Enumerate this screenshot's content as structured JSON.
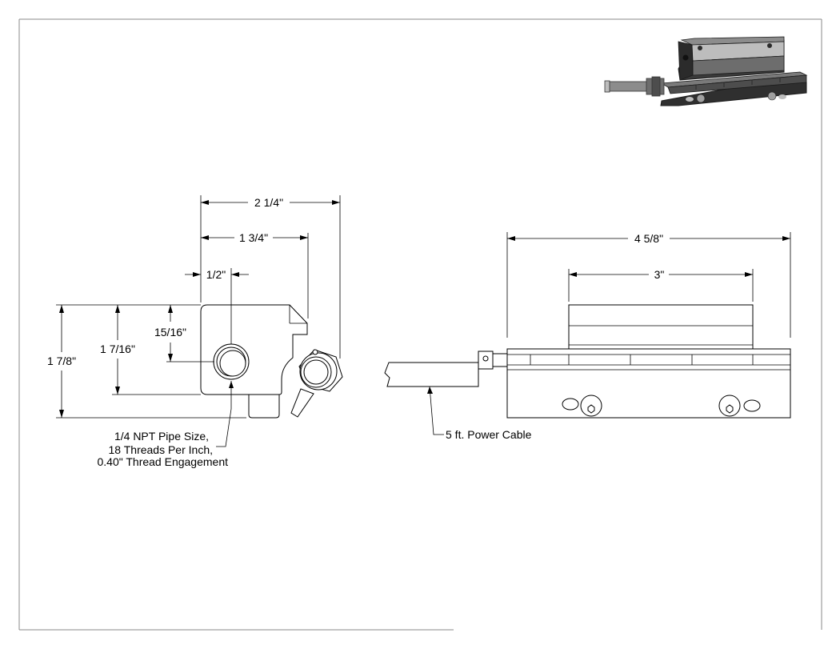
{
  "dimensions": {
    "overall_width": "2 1/4\"",
    "body_width": "1 3/4\"",
    "port_offset": "1/2\"",
    "port_height": "15/16\"",
    "body_height": "1 7/16\"",
    "overall_height": "1 7/8\"",
    "overall_length": "4 5/8\"",
    "clamp_length": "3\""
  },
  "notes": {
    "pipe_line_1": "1/4 NPT Pipe Size,",
    "pipe_line_2": "18 Threads Per Inch,",
    "pipe_line_3": "0.40\" Thread Engagement",
    "cable": "5 ft. Power Cable"
  },
  "colors": {
    "line": "#000000",
    "border": "#8a8a8a",
    "iso_dark": "#2b2b2b",
    "iso_mid": "#5a5a5a",
    "iso_light": "#8c8c8c"
  }
}
